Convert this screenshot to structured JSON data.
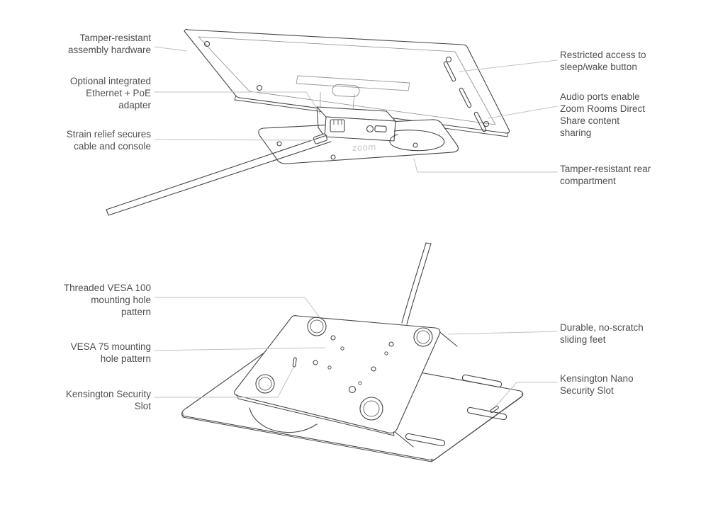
{
  "page": {
    "background": "#ffffff",
    "line_color": "#454545",
    "leader_color": "#c2c2c2",
    "label_color": "#4f4f4f"
  },
  "top_figure": {
    "name": "console-rear-view",
    "brand": "zoom",
    "labels_left": [
      {
        "text": "Tamper-resistant\nassembly hardware"
      },
      {
        "text": "Optional integrated\nEthernet + PoE\nadapter"
      },
      {
        "text": "Strain relief secures\ncable and console"
      }
    ],
    "labels_right": [
      {
        "text": "Restricted access to\nsleep/wake button"
      },
      {
        "text": "Audio ports enable\nZoom Rooms Direct\nShare content\nsharing"
      },
      {
        "text": "Tamper-resistant rear\ncompartment"
      }
    ]
  },
  "bottom_figure": {
    "name": "stand-underside-view",
    "labels_left": [
      {
        "text": "Threaded VESA 100\nmounting hole\npattern"
      },
      {
        "text": "VESA 75 mounting\nhole pattern"
      },
      {
        "text": "Kensington Security\nSlot"
      }
    ],
    "labels_right": [
      {
        "text": "Durable, no-scratch\nsliding feet"
      },
      {
        "text": "Kensington Nano\nSecurity Slot"
      }
    ]
  }
}
